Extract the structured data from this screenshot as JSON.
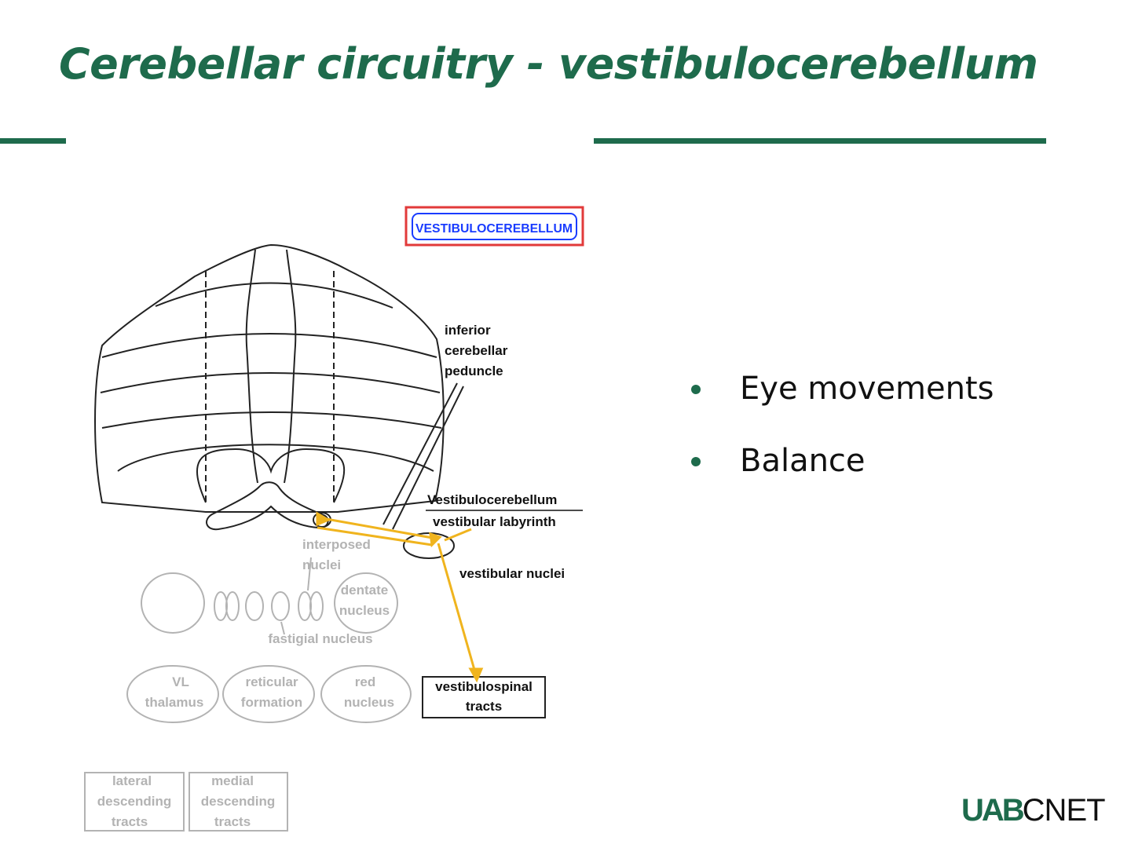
{
  "slide": {
    "title": "Cerebellar circuitry - vestibulocerebellum",
    "bullets": [
      "Eye movements",
      "Balance"
    ],
    "logo": {
      "uab": "UAB",
      "suffix": "CNET"
    }
  },
  "diagram": {
    "header_badge": "VESTIBULOCEREBELLUM",
    "labels": {
      "icp": [
        "inferior",
        "cerebellar",
        "peduncle"
      ],
      "vestibulocerebellum": "Vestibulocerebellum",
      "vestibular_labyrinth": "vestibular labyrinth",
      "interposed": [
        "interposed",
        "nuclei"
      ],
      "vestibular_nuclei": "vestibular nuclei",
      "dentate": [
        "dentate",
        "nucleus"
      ],
      "fastigial": "fastigial nucleus",
      "vl_thalamus": [
        "VL",
        "thalamus"
      ],
      "reticular": [
        "reticular",
        "formation"
      ],
      "red_nucleus": [
        "red",
        "nucleus"
      ],
      "vestibulospinal": [
        "vestibulospinal",
        "tracts"
      ],
      "lateral_tracts": [
        "lateral",
        "descending",
        "tracts"
      ],
      "medial_tracts": [
        "medial",
        "descending",
        "tracts"
      ]
    },
    "colors": {
      "pathway": "#f0b41e",
      "badge_text": "#1a3cff",
      "badge_border": "#e23a3a",
      "outline": "#222222",
      "faded": "#b3b3b3",
      "accent": "#1e6b4c"
    }
  }
}
